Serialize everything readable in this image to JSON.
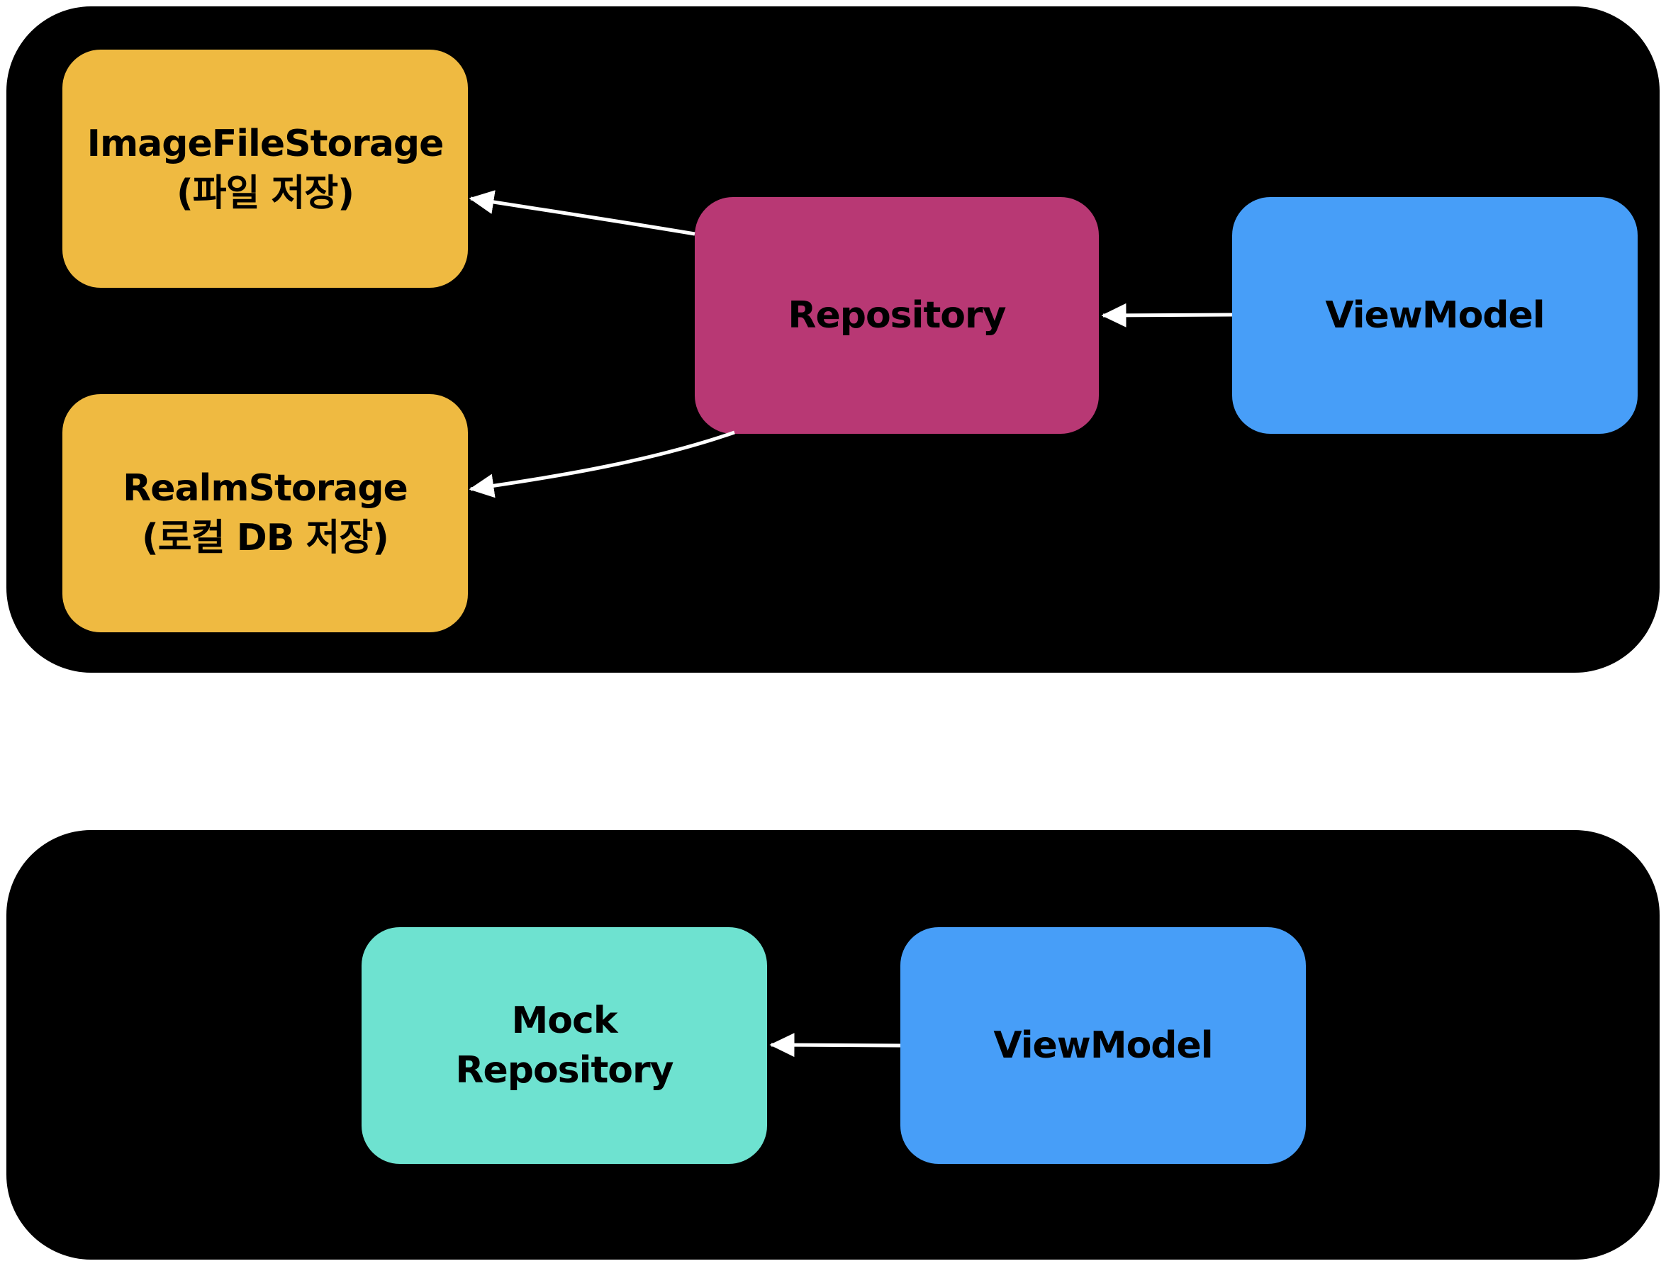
{
  "colors": {
    "panel": "#000000",
    "storage": "#EFBA41",
    "repository": "#B83874",
    "viewmodel": "#479EF8",
    "mock_repository": "#6EE2D0",
    "edge": "#FFFFFF",
    "background": "#FFFFFF"
  },
  "nodes": {
    "image_file_storage": {
      "label": "ImageFileStorage",
      "sub": "(파일 저장)"
    },
    "realm_storage": {
      "label": "RealmStorage",
      "sub": "(로컬 DB 저장)"
    },
    "repository": {
      "label": "Repository"
    },
    "viewmodel_top": {
      "label": "ViewModel"
    },
    "mock_repository": {
      "label": "Mock",
      "sub": "Repository"
    },
    "viewmodel_bottom": {
      "label": "ViewModel"
    }
  },
  "edges": [
    {
      "from": "repository",
      "to": "image_file_storage"
    },
    {
      "from": "repository",
      "to": "realm_storage"
    },
    {
      "from": "viewmodel_top",
      "to": "repository"
    },
    {
      "from": "viewmodel_bottom",
      "to": "mock_repository"
    }
  ]
}
